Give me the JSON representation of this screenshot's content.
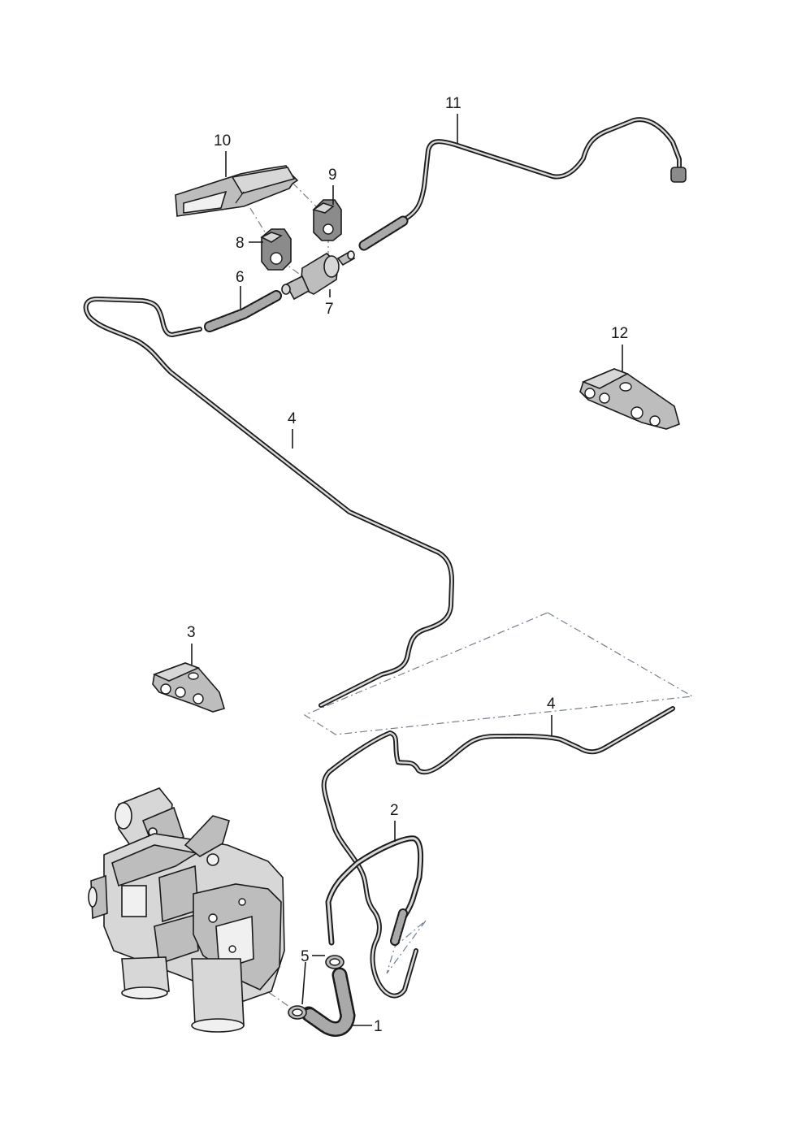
{
  "callouts": [
    {
      "id": "1",
      "label": "1"
    },
    {
      "id": "2",
      "label": "2"
    },
    {
      "id": "3",
      "label": "3"
    },
    {
      "id": "4a",
      "label": "4"
    },
    {
      "id": "4b",
      "label": "4"
    },
    {
      "id": "5",
      "label": "5"
    },
    {
      "id": "6",
      "label": "6"
    },
    {
      "id": "7",
      "label": "7"
    },
    {
      "id": "8",
      "label": "8"
    },
    {
      "id": "9",
      "label": "9"
    },
    {
      "id": "10",
      "label": "10"
    },
    {
      "id": "11",
      "label": "11"
    },
    {
      "id": "12",
      "label": "12"
    }
  ],
  "colors": {
    "line": "#1b1b1b",
    "part_fill": "#bdbdbd",
    "dash_frame": "#6f7f8e",
    "background": "#ffffff"
  }
}
